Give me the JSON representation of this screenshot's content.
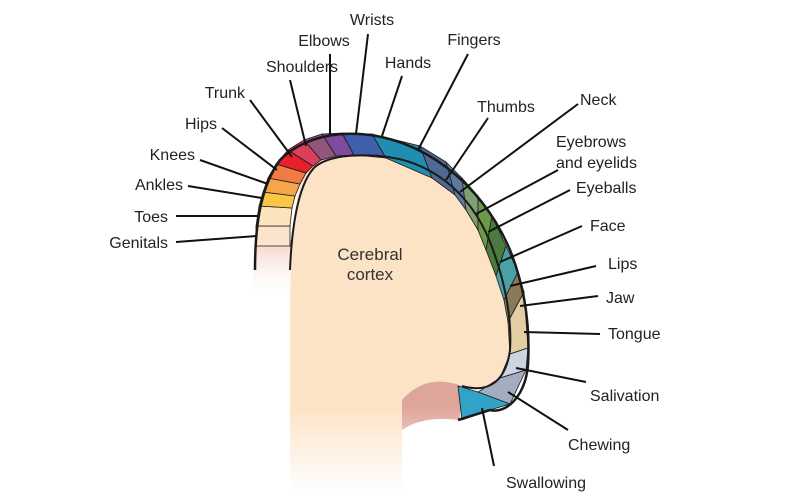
{
  "cortex_label": [
    "Cerebral",
    "cortex"
  ],
  "regions": [
    {
      "id": "genitals",
      "label": [
        "Genitals"
      ],
      "color": "#fce3cc"
    },
    {
      "id": "toes",
      "label": [
        "Toes"
      ],
      "color": "#fbe3bd"
    },
    {
      "id": "ankles",
      "label": [
        "Ankles"
      ],
      "color": "#f9c646"
    },
    {
      "id": "knees",
      "label": [
        "Knees"
      ],
      "color": "#f5a64b"
    },
    {
      "id": "hips",
      "label": [
        "Hips"
      ],
      "color": "#f07c44"
    },
    {
      "id": "trunk",
      "label": [
        "Trunk"
      ],
      "color": "#e8202c"
    },
    {
      "id": "shoulders",
      "label": [
        "Shoulders"
      ],
      "color": "#d9405a"
    },
    {
      "id": "elbows",
      "label": [
        "Elbows"
      ],
      "color": "#93557c"
    },
    {
      "id": "wrists",
      "label": [
        "Wrists"
      ],
      "color": "#7e4c9a"
    },
    {
      "id": "hands",
      "label": [
        "Hands"
      ],
      "color": "#3f5fad"
    },
    {
      "id": "fingers",
      "label": [
        "Fingers"
      ],
      "color": "#1f8eb0"
    },
    {
      "id": "thumbs",
      "label": [
        "Thumbs"
      ],
      "color": "#4e6a92"
    },
    {
      "id": "neck",
      "label": [
        "Neck"
      ],
      "color": "#5d7a9c"
    },
    {
      "id": "eyebrows",
      "label": [
        "Eyebrows",
        "and eyelids"
      ],
      "color": "#7f9f72"
    },
    {
      "id": "eyeballs",
      "label": [
        "Eyeballs"
      ],
      "color": "#6a9a48"
    },
    {
      "id": "face",
      "label": [
        "Face"
      ],
      "color": "#4a7a3c"
    },
    {
      "id": "lips",
      "label": [
        "Lips"
      ],
      "color": "#4aa0a4"
    },
    {
      "id": "jaw",
      "label": [
        "Jaw"
      ],
      "color": "#8a7a58"
    },
    {
      "id": "tongue",
      "label": [
        "Tongue"
      ],
      "color": "#e3cda3"
    },
    {
      "id": "salivation",
      "label": [
        "Salivation"
      ],
      "color": "#cdd3e1"
    },
    {
      "id": "chewing",
      "label": [
        "Chewing"
      ],
      "color": "#a3adbf"
    },
    {
      "id": "swallowing",
      "label": [
        "Swallowing"
      ],
      "color": "#31a3c6"
    }
  ],
  "colors": {
    "cortex": "#fde3c6",
    "outline": "#1a1a1a",
    "brainstem": "#dea59b",
    "band_lower": "#f3cec3"
  }
}
